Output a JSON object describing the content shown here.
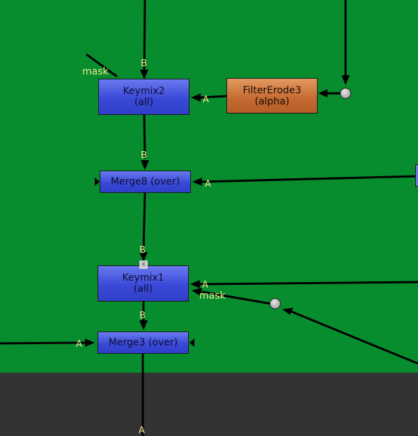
{
  "colors": {
    "graph_background": "#078c2e",
    "lower_background": "#333333",
    "wire": "#000000",
    "label": "#f0e68c",
    "node_blue": "#3a4ad8",
    "node_orange": "#c46a30"
  },
  "nodes": {
    "keymix2": {
      "line1": "Keymix2",
      "line2": "(all)"
    },
    "filter_erode3": {
      "line1": "FilterErode3",
      "line2": "(alpha)"
    },
    "merge8": {
      "line1": "Merge8 (over)"
    },
    "keymix1": {
      "line1": "Keymix1",
      "line2": "(all)"
    },
    "merge3": {
      "line1": "Merge3 (over)"
    }
  },
  "labels": {
    "mask_top": "mask",
    "b_keymix2": "B",
    "a_keymix2": "A",
    "b_merge8": "B",
    "a_merge8": "A",
    "b_keymix1": "B",
    "a_keymix1": "A",
    "mask_keymix1": "mask",
    "b_merge3": "B",
    "a_merge3": "A",
    "a_bottom": "A"
  },
  "badges": {
    "disable_badge": "x"
  }
}
